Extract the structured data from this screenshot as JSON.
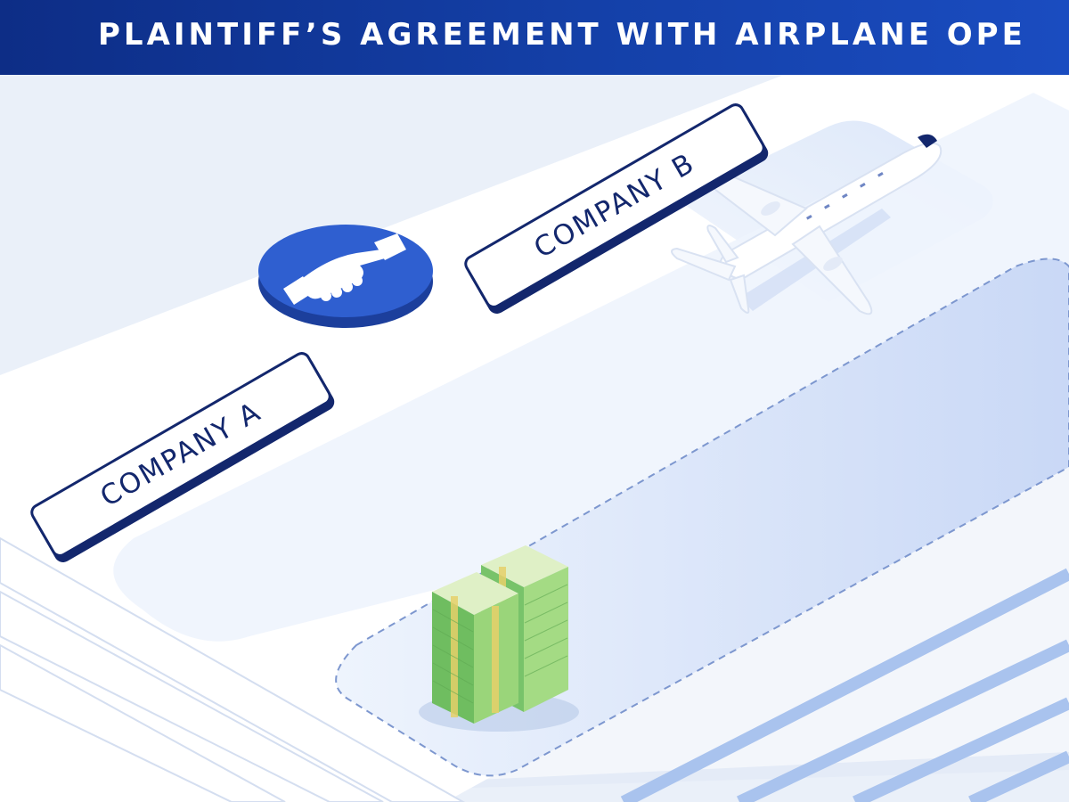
{
  "banner": {
    "title": "PLAINTIFF’S AGREEMENT WITH AIRPLANE OPE"
  },
  "labels": {
    "company_a": "COMPANY A",
    "company_b": "COMPANY B"
  },
  "icons": {
    "handshake": "handshake-icon",
    "airplane": "airplane-icon",
    "money": "money-stack-icon"
  },
  "colors": {
    "banner": "#1440a8",
    "label_border": "#13276d",
    "badge": "#2f5fd0",
    "money": "#8fd47a"
  }
}
